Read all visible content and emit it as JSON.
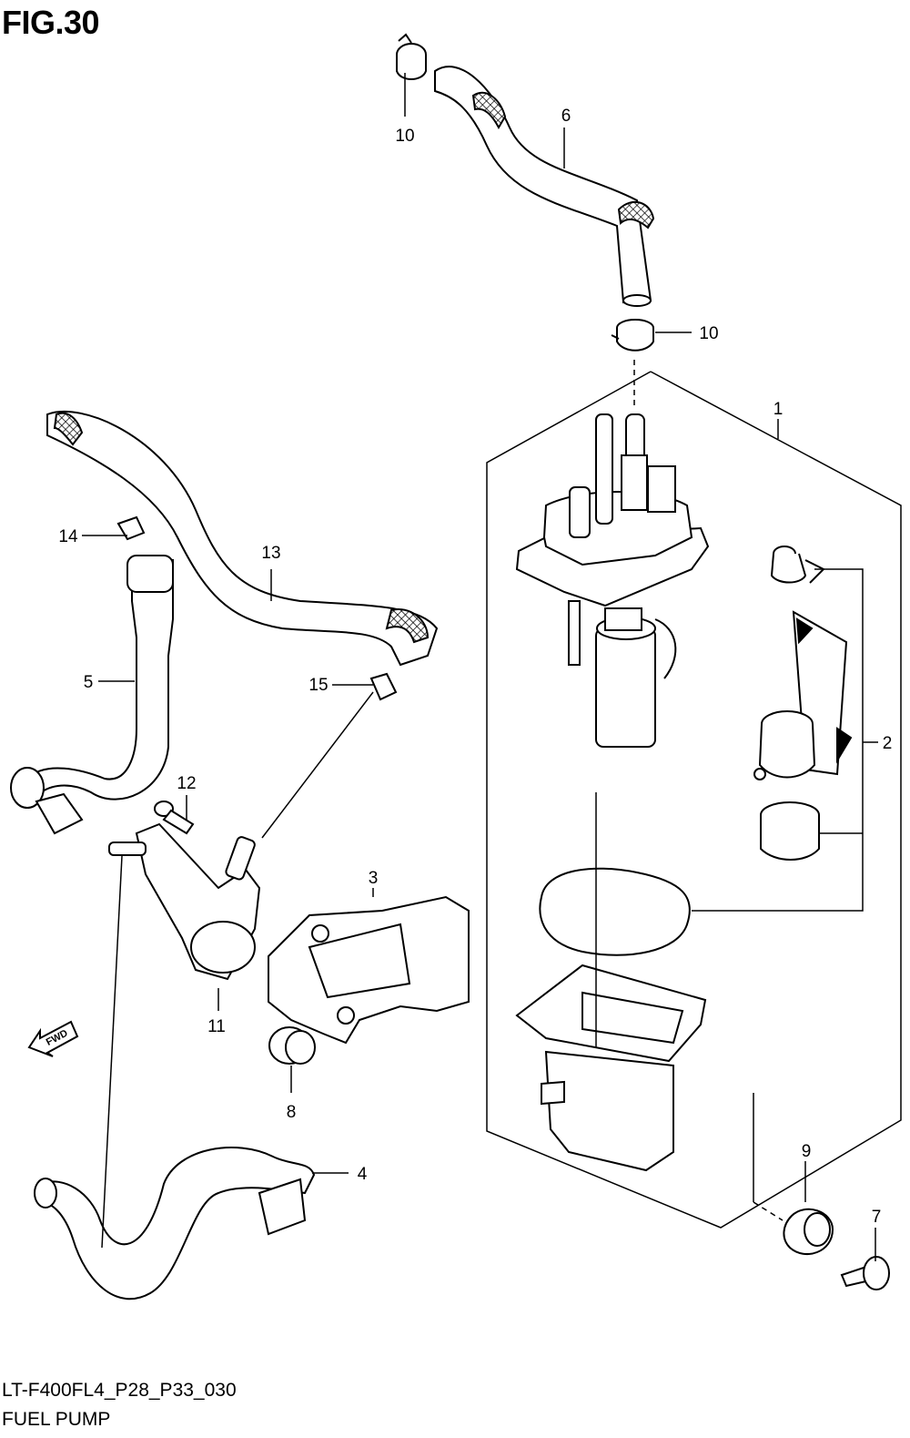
{
  "figure": {
    "title": "FIG.30",
    "code": "LT-F400FL4_P28_P33_030",
    "name": "FUEL PUMP"
  },
  "direction_marker": "FWD",
  "callouts": {
    "c1": "1",
    "c2": "2",
    "c3": "3",
    "c4": "4",
    "c5": "5",
    "c6": "6",
    "c7": "7",
    "c8": "8",
    "c9": "9",
    "c10a": "10",
    "c10b": "10",
    "c11": "11",
    "c12": "12",
    "c13": "13",
    "c14": "14",
    "c15": "15"
  }
}
